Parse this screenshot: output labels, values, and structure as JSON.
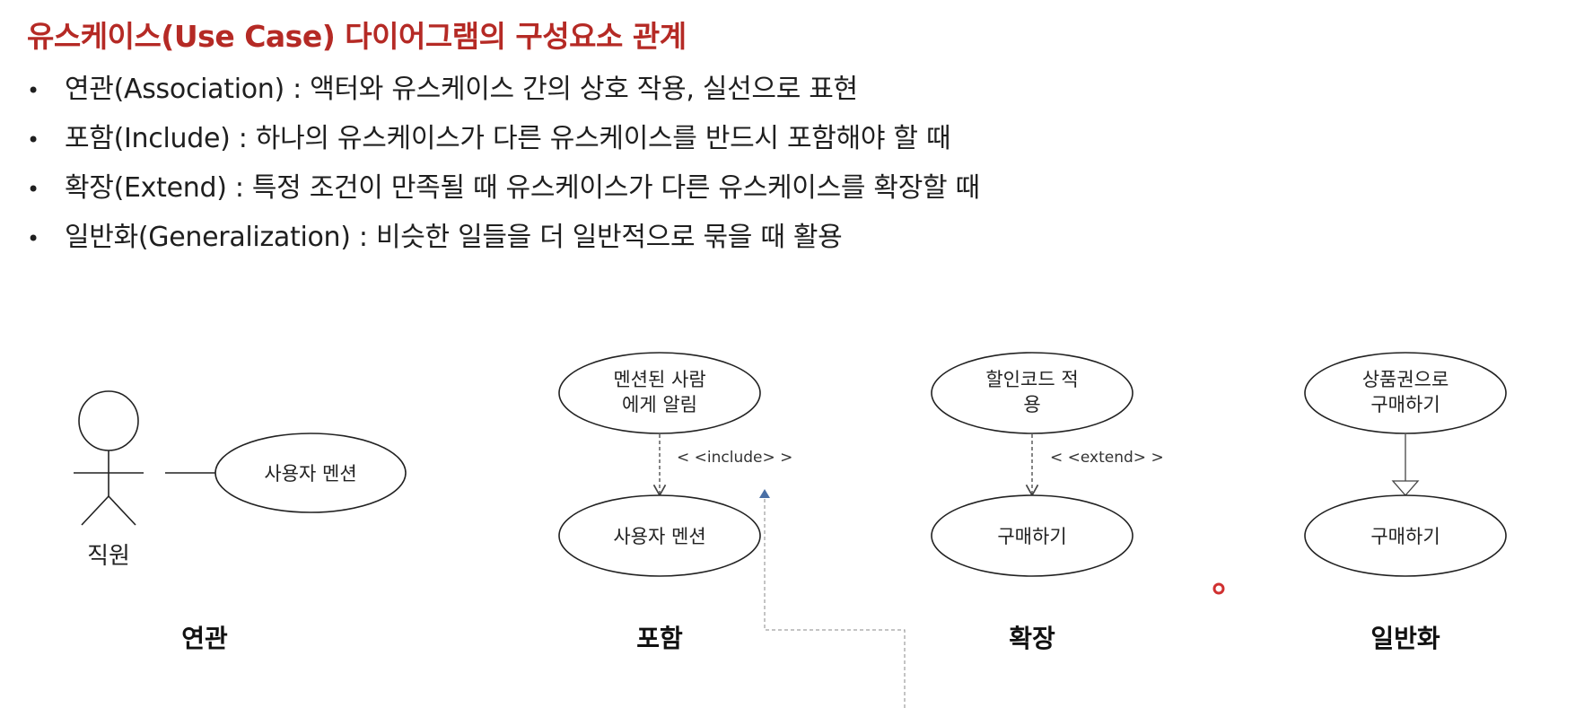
{
  "title": "유스케이스(Use Case) 다이어그램의 구성요소 관계",
  "bullets": [
    {
      "text": "연관(Association) : 액터와 유스케이스 간의 상호 작용, 실선으로 표현"
    },
    {
      "text": "포함(Include) : 하나의 유스케이스가 다른 유스케이스를 반드시 포함해야 할 때"
    },
    {
      "text": "확장(Extend) : 특정 조건이 만족될 때 유스케이스가 다른 유스케이스를 확장할 때"
    },
    {
      "text": "일반화(Generalization) : 비슷한 일들을 더 일반적으로 묶을 때 활용"
    }
  ],
  "bullet_glyph": "•",
  "diagrams": {
    "association": {
      "actor_name": "직원",
      "usecase": "사용자 멘션",
      "caption": "연관"
    },
    "include": {
      "top_line1": "멘션된 사람",
      "top_line2": "에게 알림",
      "stereotype": "< <include> >",
      "bottom": "사용자 멘션",
      "caption": "포함"
    },
    "extend": {
      "top_line1": "할인코드 적",
      "top_line2": "용",
      "stereotype": "< <extend> >",
      "bottom": "구매하기",
      "caption": "확장"
    },
    "generalization": {
      "top_line1": "상품권으로",
      "top_line2": "구매하기",
      "bottom": "구매하기",
      "caption": "일반화"
    }
  },
  "colors": {
    "title": "#b52a25",
    "pointer": "#d03030",
    "cursor_arrow": "#4a6fa5"
  }
}
